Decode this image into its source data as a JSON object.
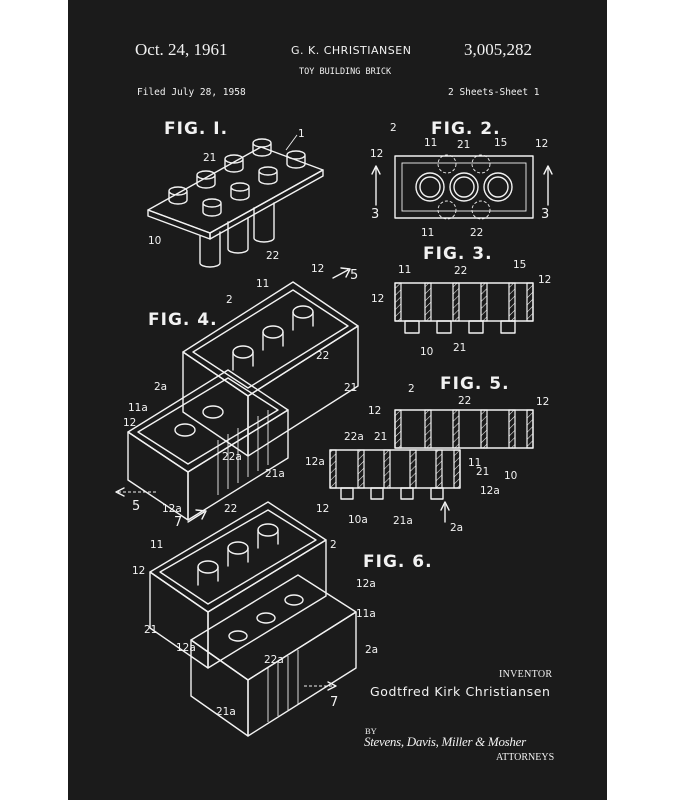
{
  "header": {
    "date": "Oct. 24, 1961",
    "inventor_name": "G. K. CHRISTIANSEN",
    "patent_number": "3,005,282",
    "title": "TOY BUILDING BRICK",
    "filed": "Filed July 28, 1958",
    "sheets": "2 Sheets-Sheet 1"
  },
  "figures": {
    "fig1": "FIG. I.",
    "fig2": "FIG. 2.",
    "fig3": "FIG. 3.",
    "fig4": "FIG. 4.",
    "fig5": "FIG. 5.",
    "fig6": "FIG. 6."
  },
  "refs": {
    "r1": "1",
    "r2": "2",
    "r2a": "2a",
    "r3": "3",
    "r5": "5",
    "r7": "7",
    "r10": "10",
    "r10a": "10a",
    "r11": "11",
    "r11a": "11a",
    "r12": "12",
    "r12a": "12a",
    "r15": "15",
    "r21": "21",
    "r21a": "21a",
    "r22": "22",
    "r22a": "22a"
  },
  "footer": {
    "inventor_label": "INVENTOR",
    "inventor_full_name": "Godtfred Kirk Christiansen",
    "by": "BY",
    "attorneys_signature": "Stevens, Davis, Miller & Mosher",
    "attorneys_label": "ATTORNEYS"
  },
  "colors": {
    "sheet_background": "#1b1b1b",
    "ink": "#f2f2f2",
    "page_margin": "#ffffff"
  }
}
